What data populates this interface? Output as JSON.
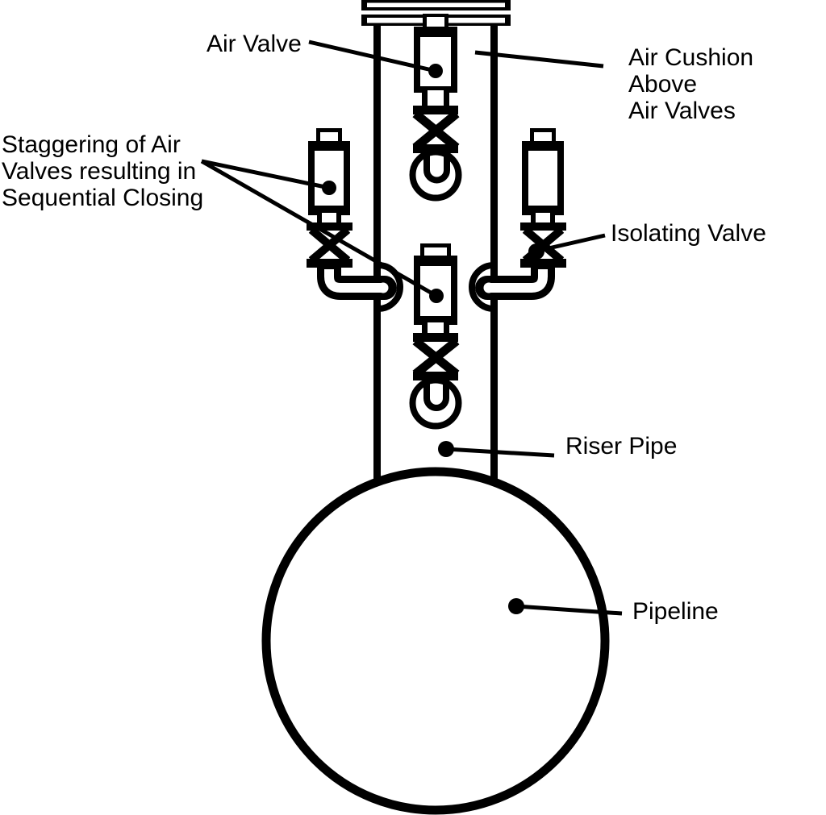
{
  "figure": {
    "type": "technical line diagram",
    "subject": "Sequential air valve arrangement on a pipeline riser"
  },
  "colors": {
    "ink": "#000000",
    "background": "#ffffff"
  },
  "labels": {
    "air_valve": "Air Valve",
    "air_cushion": "Air Cushion Above\nAir Valves",
    "staggering": "Staggering of Air\nValves resulting in\nSequential Closing",
    "isolating_valve": "Isolating Valve",
    "riser_pipe": "Riser Pipe",
    "pipeline": "Pipeline"
  }
}
